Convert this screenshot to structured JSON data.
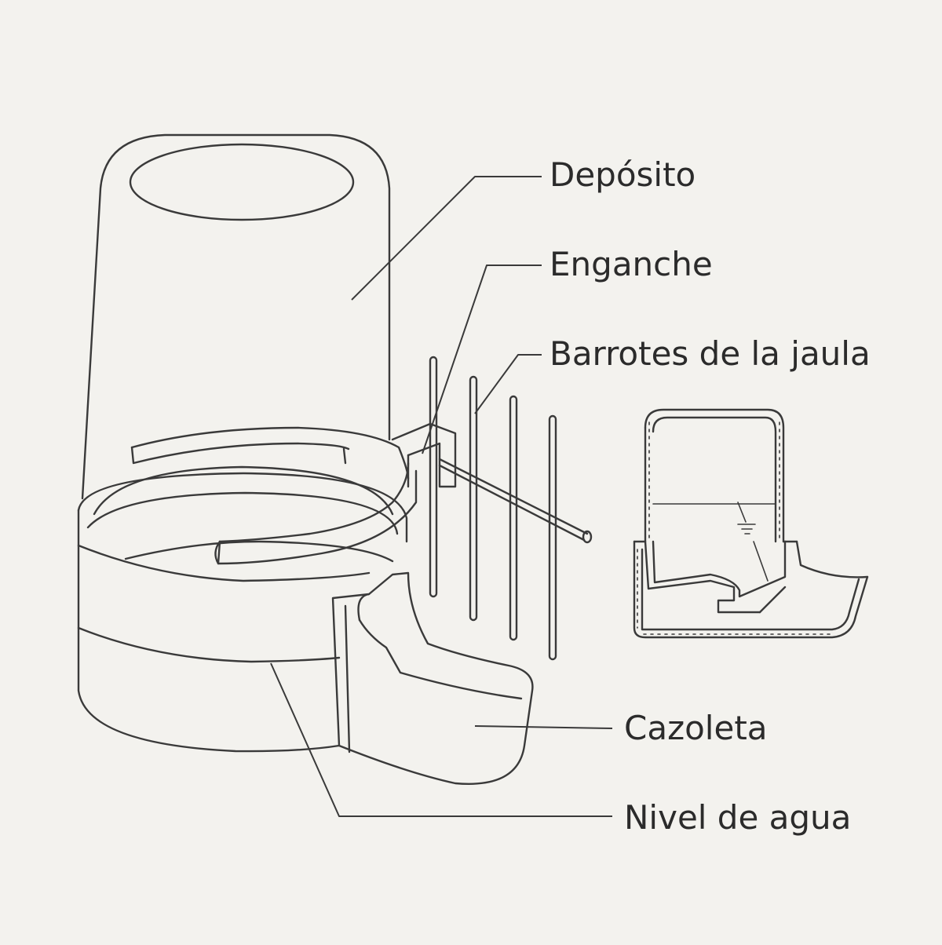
{
  "labels": {
    "deposito": "Depósito",
    "enganche": "Enganche",
    "barrotes": "Barrotes de la jaula",
    "cazoleta": "Cazoleta",
    "nivel": "Nivel de agua"
  },
  "colors": {
    "background": "#f3f2ee",
    "line": "#3a3a3a",
    "text": "#2b2b2b"
  }
}
